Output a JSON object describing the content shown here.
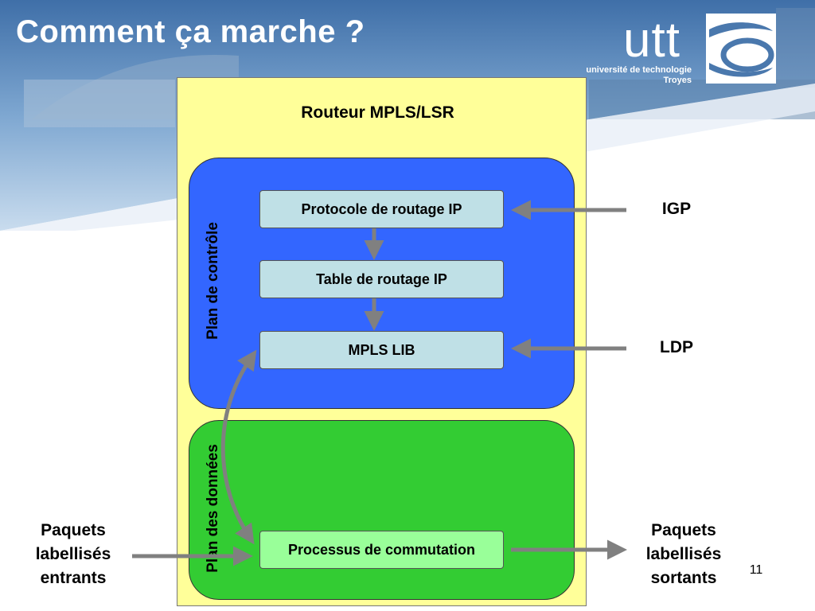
{
  "slide": {
    "title": "Comment ça marche ?",
    "page_number": "11"
  },
  "logo": {
    "word": "utt",
    "line1": "université de technologie",
    "line2": "Troyes"
  },
  "diagram": {
    "router_title": "Routeur MPLS/LSR",
    "control_plane_label": "Plan de contrôle",
    "data_plane_label": "Plan des données",
    "boxes": {
      "routing_protocol": "Protocole de routage IP",
      "routing_table": "Table de routage IP",
      "mpls_lib": "MPLS LIB",
      "switching": "Processus de commutation"
    },
    "inputs": {
      "igp": "IGP",
      "ldp": "LDP"
    },
    "incoming": [
      "Paquets",
      "labellisés",
      "entrants"
    ],
    "outgoing": [
      "Paquets",
      "labellisés",
      "sortants"
    ]
  },
  "colors": {
    "router_box": "#ffff99",
    "control_plane": "#3366ff",
    "data_plane": "#33cc33",
    "control_box": "#bfe0e6",
    "switching_box": "#99ff99",
    "arrow": "#808080"
  }
}
